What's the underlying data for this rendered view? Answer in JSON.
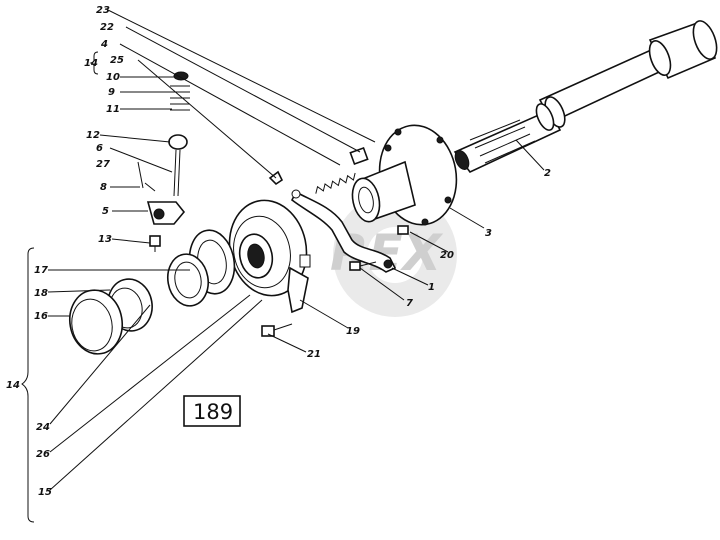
{
  "figure_number": "189",
  "watermark": "REX",
  "callouts": [
    "23",
    "22",
    "4",
    "25",
    "10",
    "9",
    "11",
    "12",
    "6",
    "27",
    "8",
    "5",
    "13",
    "2",
    "3",
    "20",
    "1",
    "7",
    "19",
    "21",
    "17",
    "18",
    "16",
    "24",
    "26",
    "15"
  ],
  "group_labels": {
    "top_bracket": "14",
    "side_bracket": "14"
  }
}
